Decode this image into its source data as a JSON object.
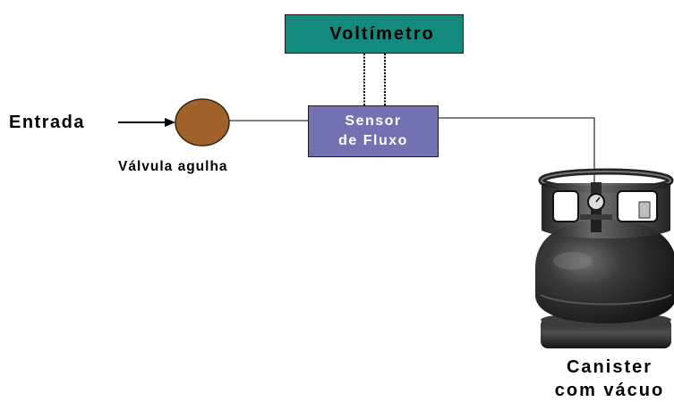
{
  "nodes": {
    "input": {
      "label": "Entrada"
    },
    "valve": {
      "label": "Válvula agulha",
      "color": "#a0622a"
    },
    "sensor": {
      "label_line1": "Sensor",
      "label_line2": "de Fluxo",
      "color": "#7271b2"
    },
    "voltmeter": {
      "label": "Voltímetro",
      "color": "#138a7d"
    },
    "canister": {
      "label_line1": "Canister",
      "label_line2": "com vácuo"
    }
  },
  "icons": [
    "arrow-right-icon",
    "gas-canister-icon"
  ]
}
